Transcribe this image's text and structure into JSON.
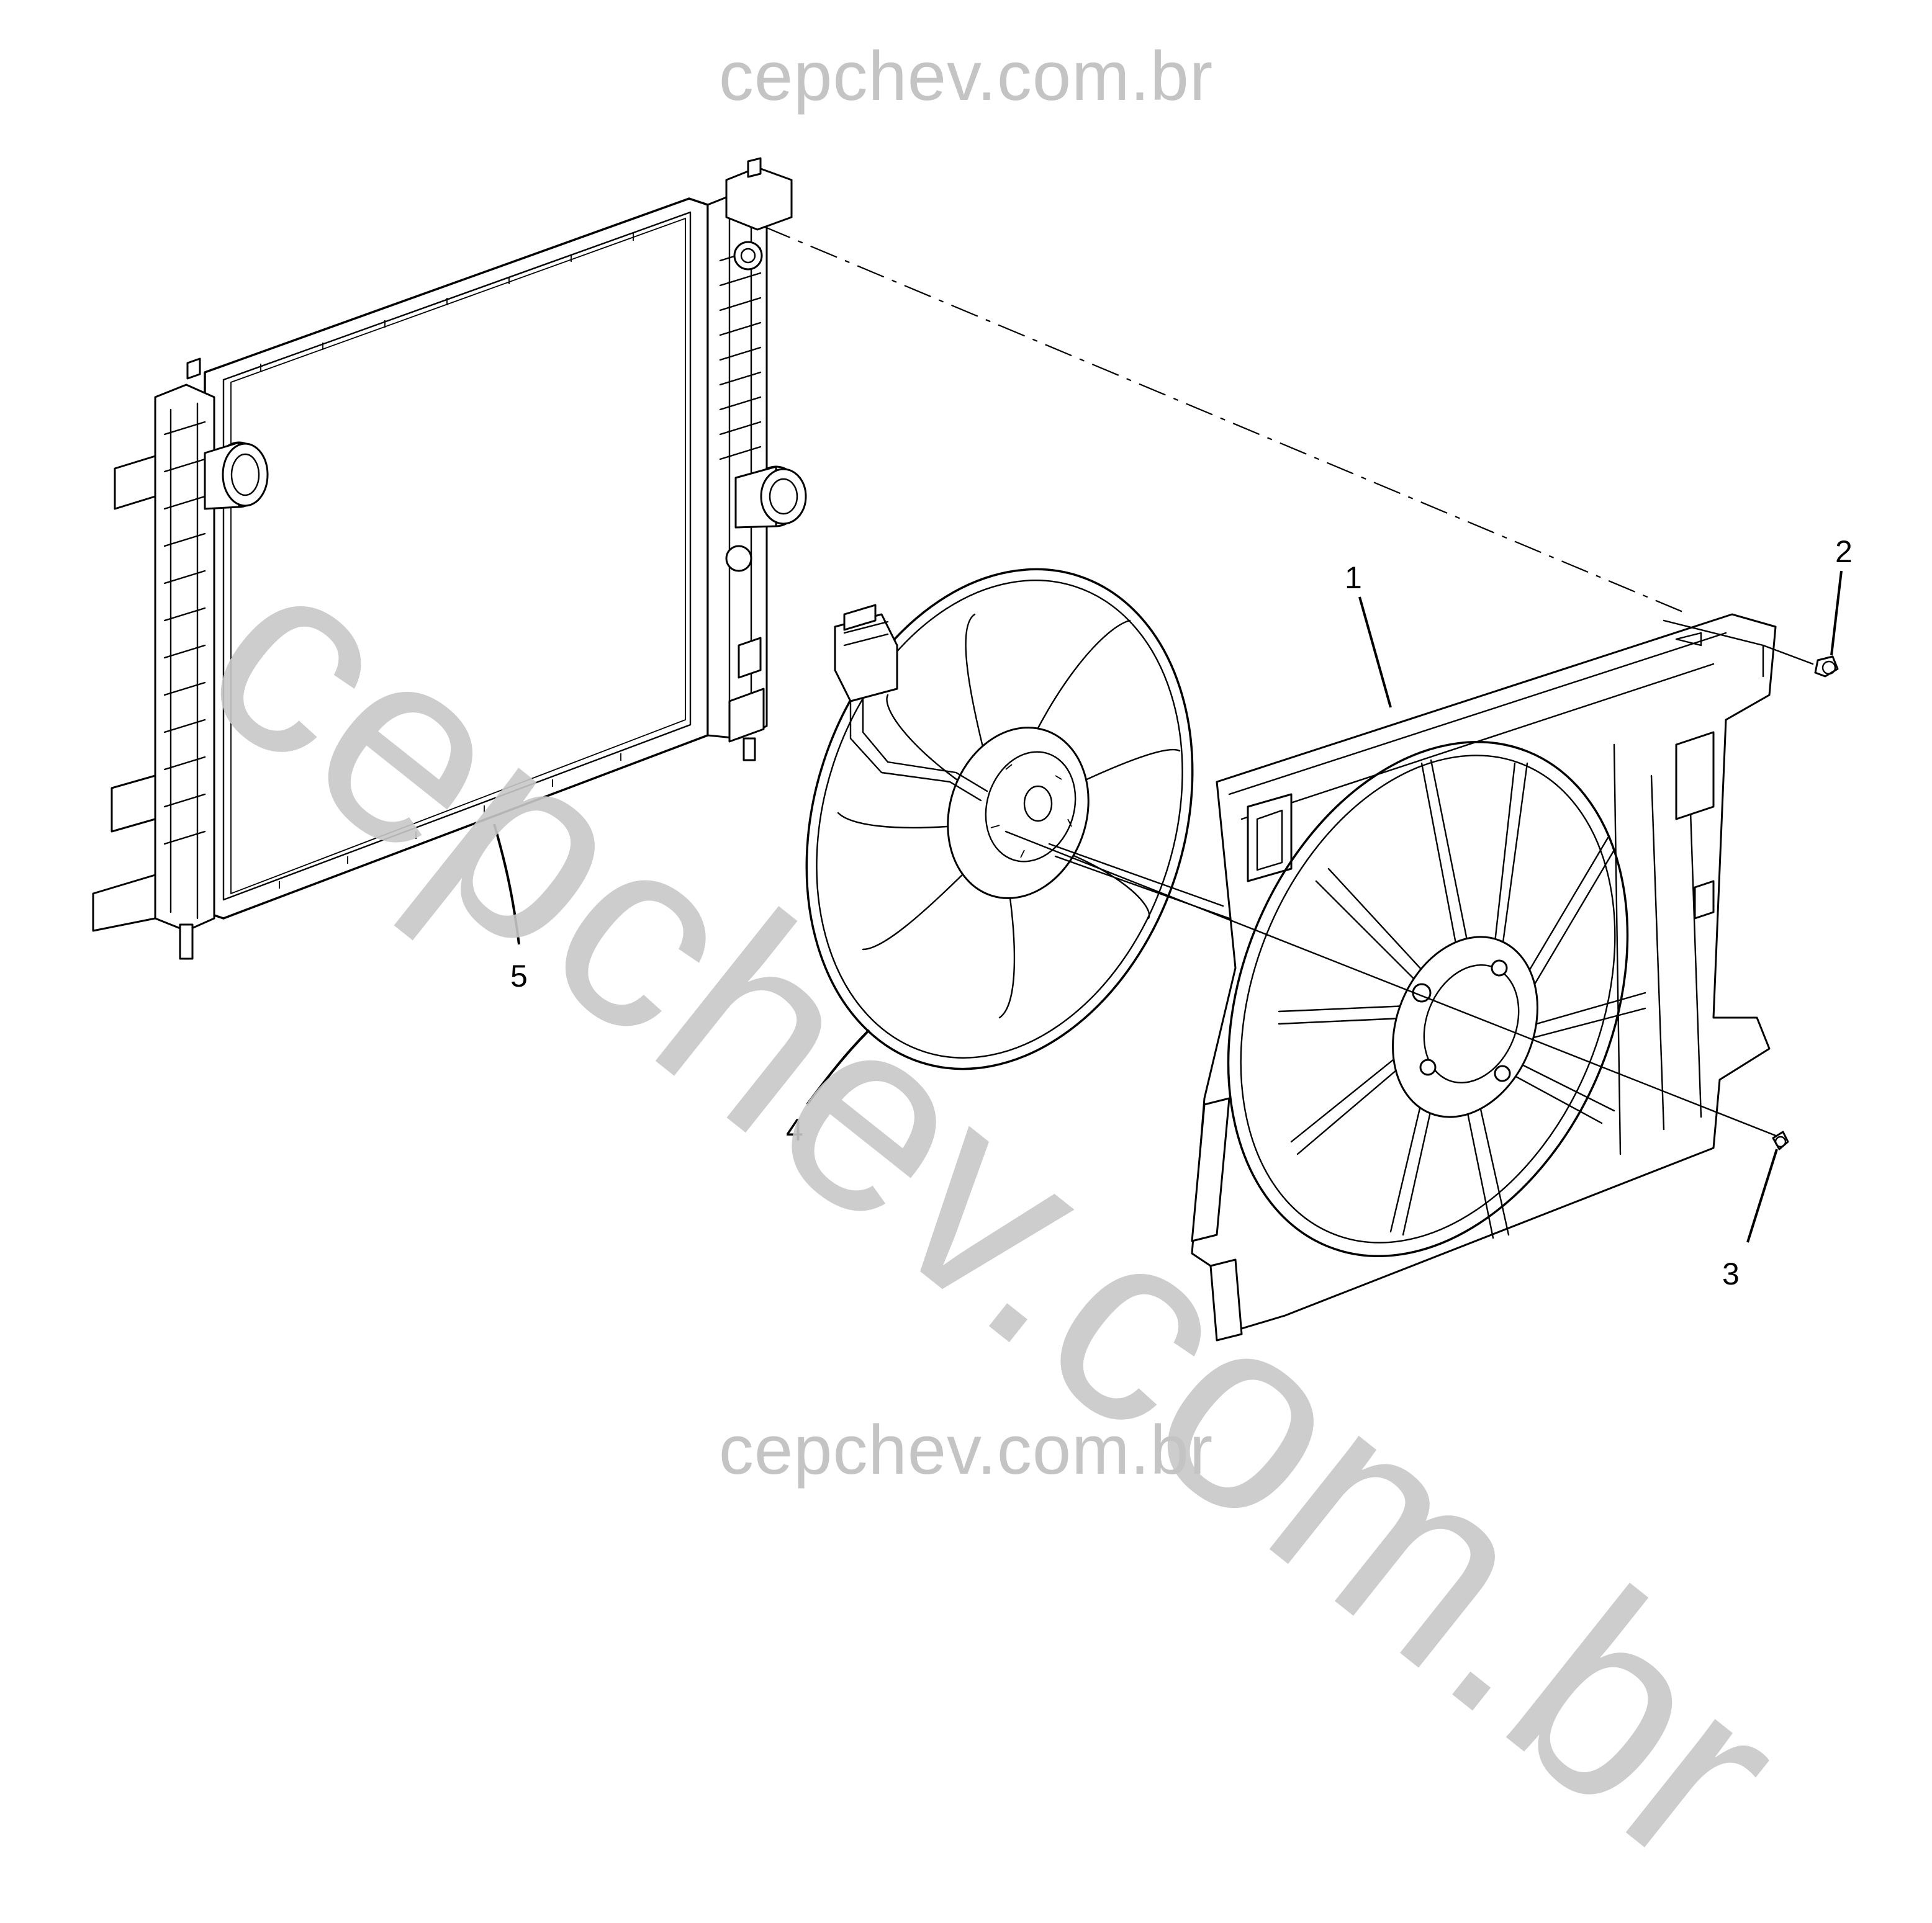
{
  "watermark": {
    "top_text": "cepchev.com.br",
    "bottom_text": "cepchev.com.br",
    "diagonal_text": "cepchev.com.br",
    "color": "#c4c4c4"
  },
  "callouts": {
    "c1": "1",
    "c2": "2",
    "c3": "3",
    "c4": "4",
    "c5": "5"
  },
  "colors": {
    "line": "#000000",
    "background": "#ffffff"
  }
}
